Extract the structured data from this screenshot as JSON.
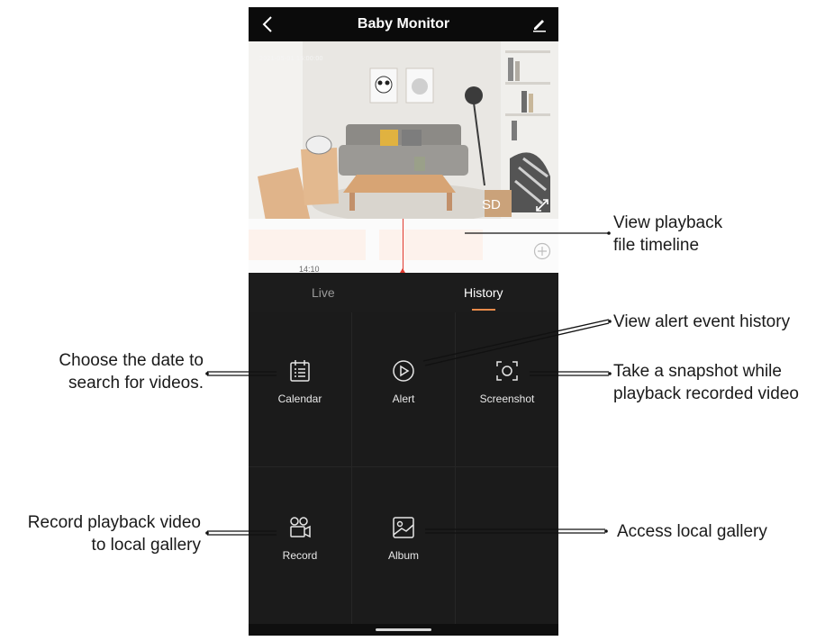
{
  "header": {
    "title": "Baby Monitor"
  },
  "video": {
    "timestamp": "2021-05-01  15:00:00",
    "quality": "SD"
  },
  "timeline": {
    "time_label": "14:10"
  },
  "tabs": {
    "live": "Live",
    "history": "History",
    "active": "History"
  },
  "actions": [
    {
      "label": "Calendar",
      "icon": "calendar-icon"
    },
    {
      "label": "Alert",
      "icon": "play-circle-icon"
    },
    {
      "label": "Screenshot",
      "icon": "camera-focus-icon"
    },
    {
      "label": "Record",
      "icon": "video-camera-icon"
    },
    {
      "label": "Album",
      "icon": "image-icon"
    }
  ],
  "annotations": {
    "timeline_line1": "View playback",
    "timeline_line2": "file timeline",
    "alert": "View alert event history",
    "calendar_line1": "Choose the date to",
    "calendar_line2": "search for videos.",
    "screenshot_line1": "Take a snapshot while",
    "screenshot_line2": "playback recorded video",
    "record_line1": "Record playback video",
    "record_line2": "to local gallery",
    "album": "Access local gallery"
  },
  "colors": {
    "accent": "#e88a4a",
    "timeline_cursor": "#e03a2f",
    "panel": "#1b1b1b"
  }
}
